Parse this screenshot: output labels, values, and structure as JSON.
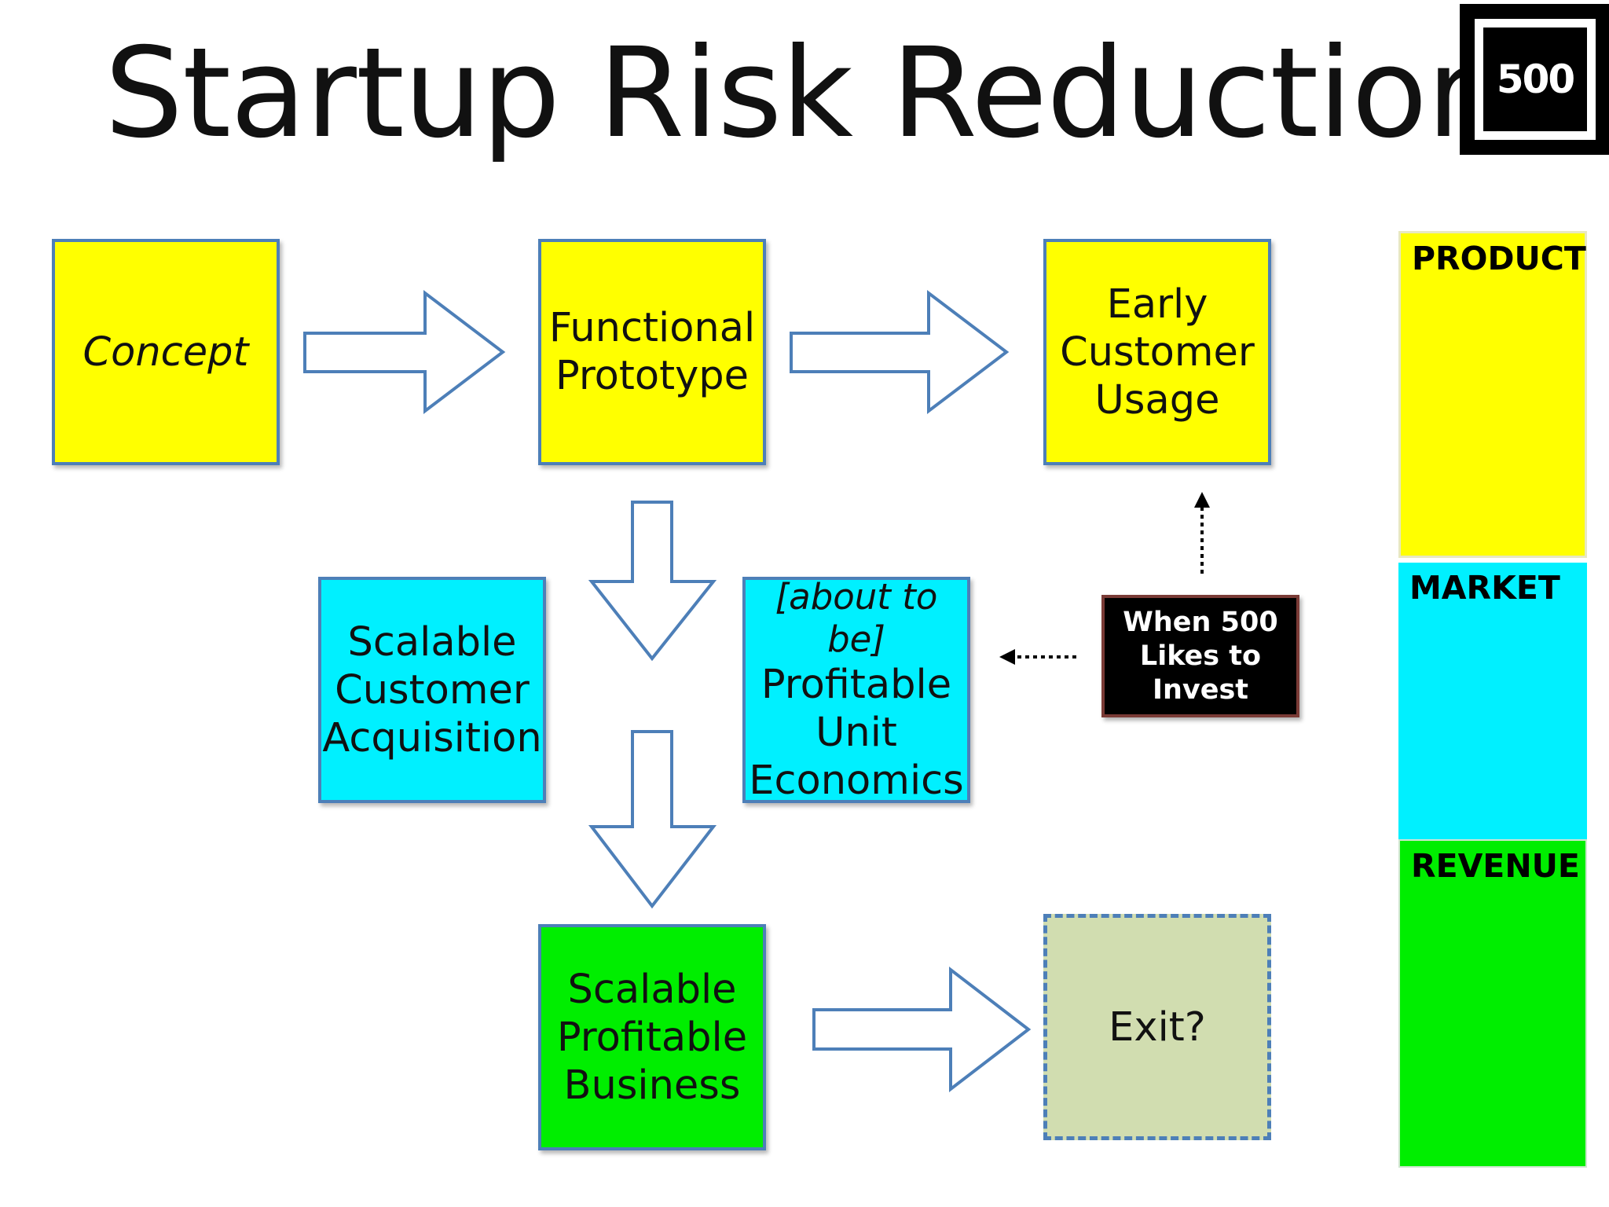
{
  "title": "Startup Risk Reduction",
  "logo": {
    "text": "500"
  },
  "nodes": {
    "concept": "Concept",
    "functional_prototype": [
      "Functional",
      "Prototype"
    ],
    "early_customer_usage": [
      "Early",
      "Customer",
      "Usage"
    ],
    "scalable_customer_acquisition": [
      "Scalable",
      "Customer",
      "Acquisition"
    ],
    "profitable_unit_economics": {
      "prefix": "[about to be]",
      "lines": [
        "Profitable",
        "Unit",
        "Economics"
      ]
    },
    "scalable_profitable_business": [
      "Scalable",
      "Profitable",
      "Business"
    ],
    "exit": "Exit?",
    "invest": [
      "When 500",
      "Likes to",
      "Invest"
    ]
  },
  "stages": [
    {
      "label": "PRODUCT",
      "color": "#ffff00"
    },
    {
      "label": "MARKET",
      "color": "#00f0ff"
    },
    {
      "label": "REVENUE",
      "color": "#00ee00"
    }
  ],
  "colors": {
    "box_border": "#4d7fb8",
    "yellow": "#ffff00",
    "cyan": "#00f0ff",
    "green": "#00ee00",
    "exit_fill": "#d1ddb0"
  }
}
